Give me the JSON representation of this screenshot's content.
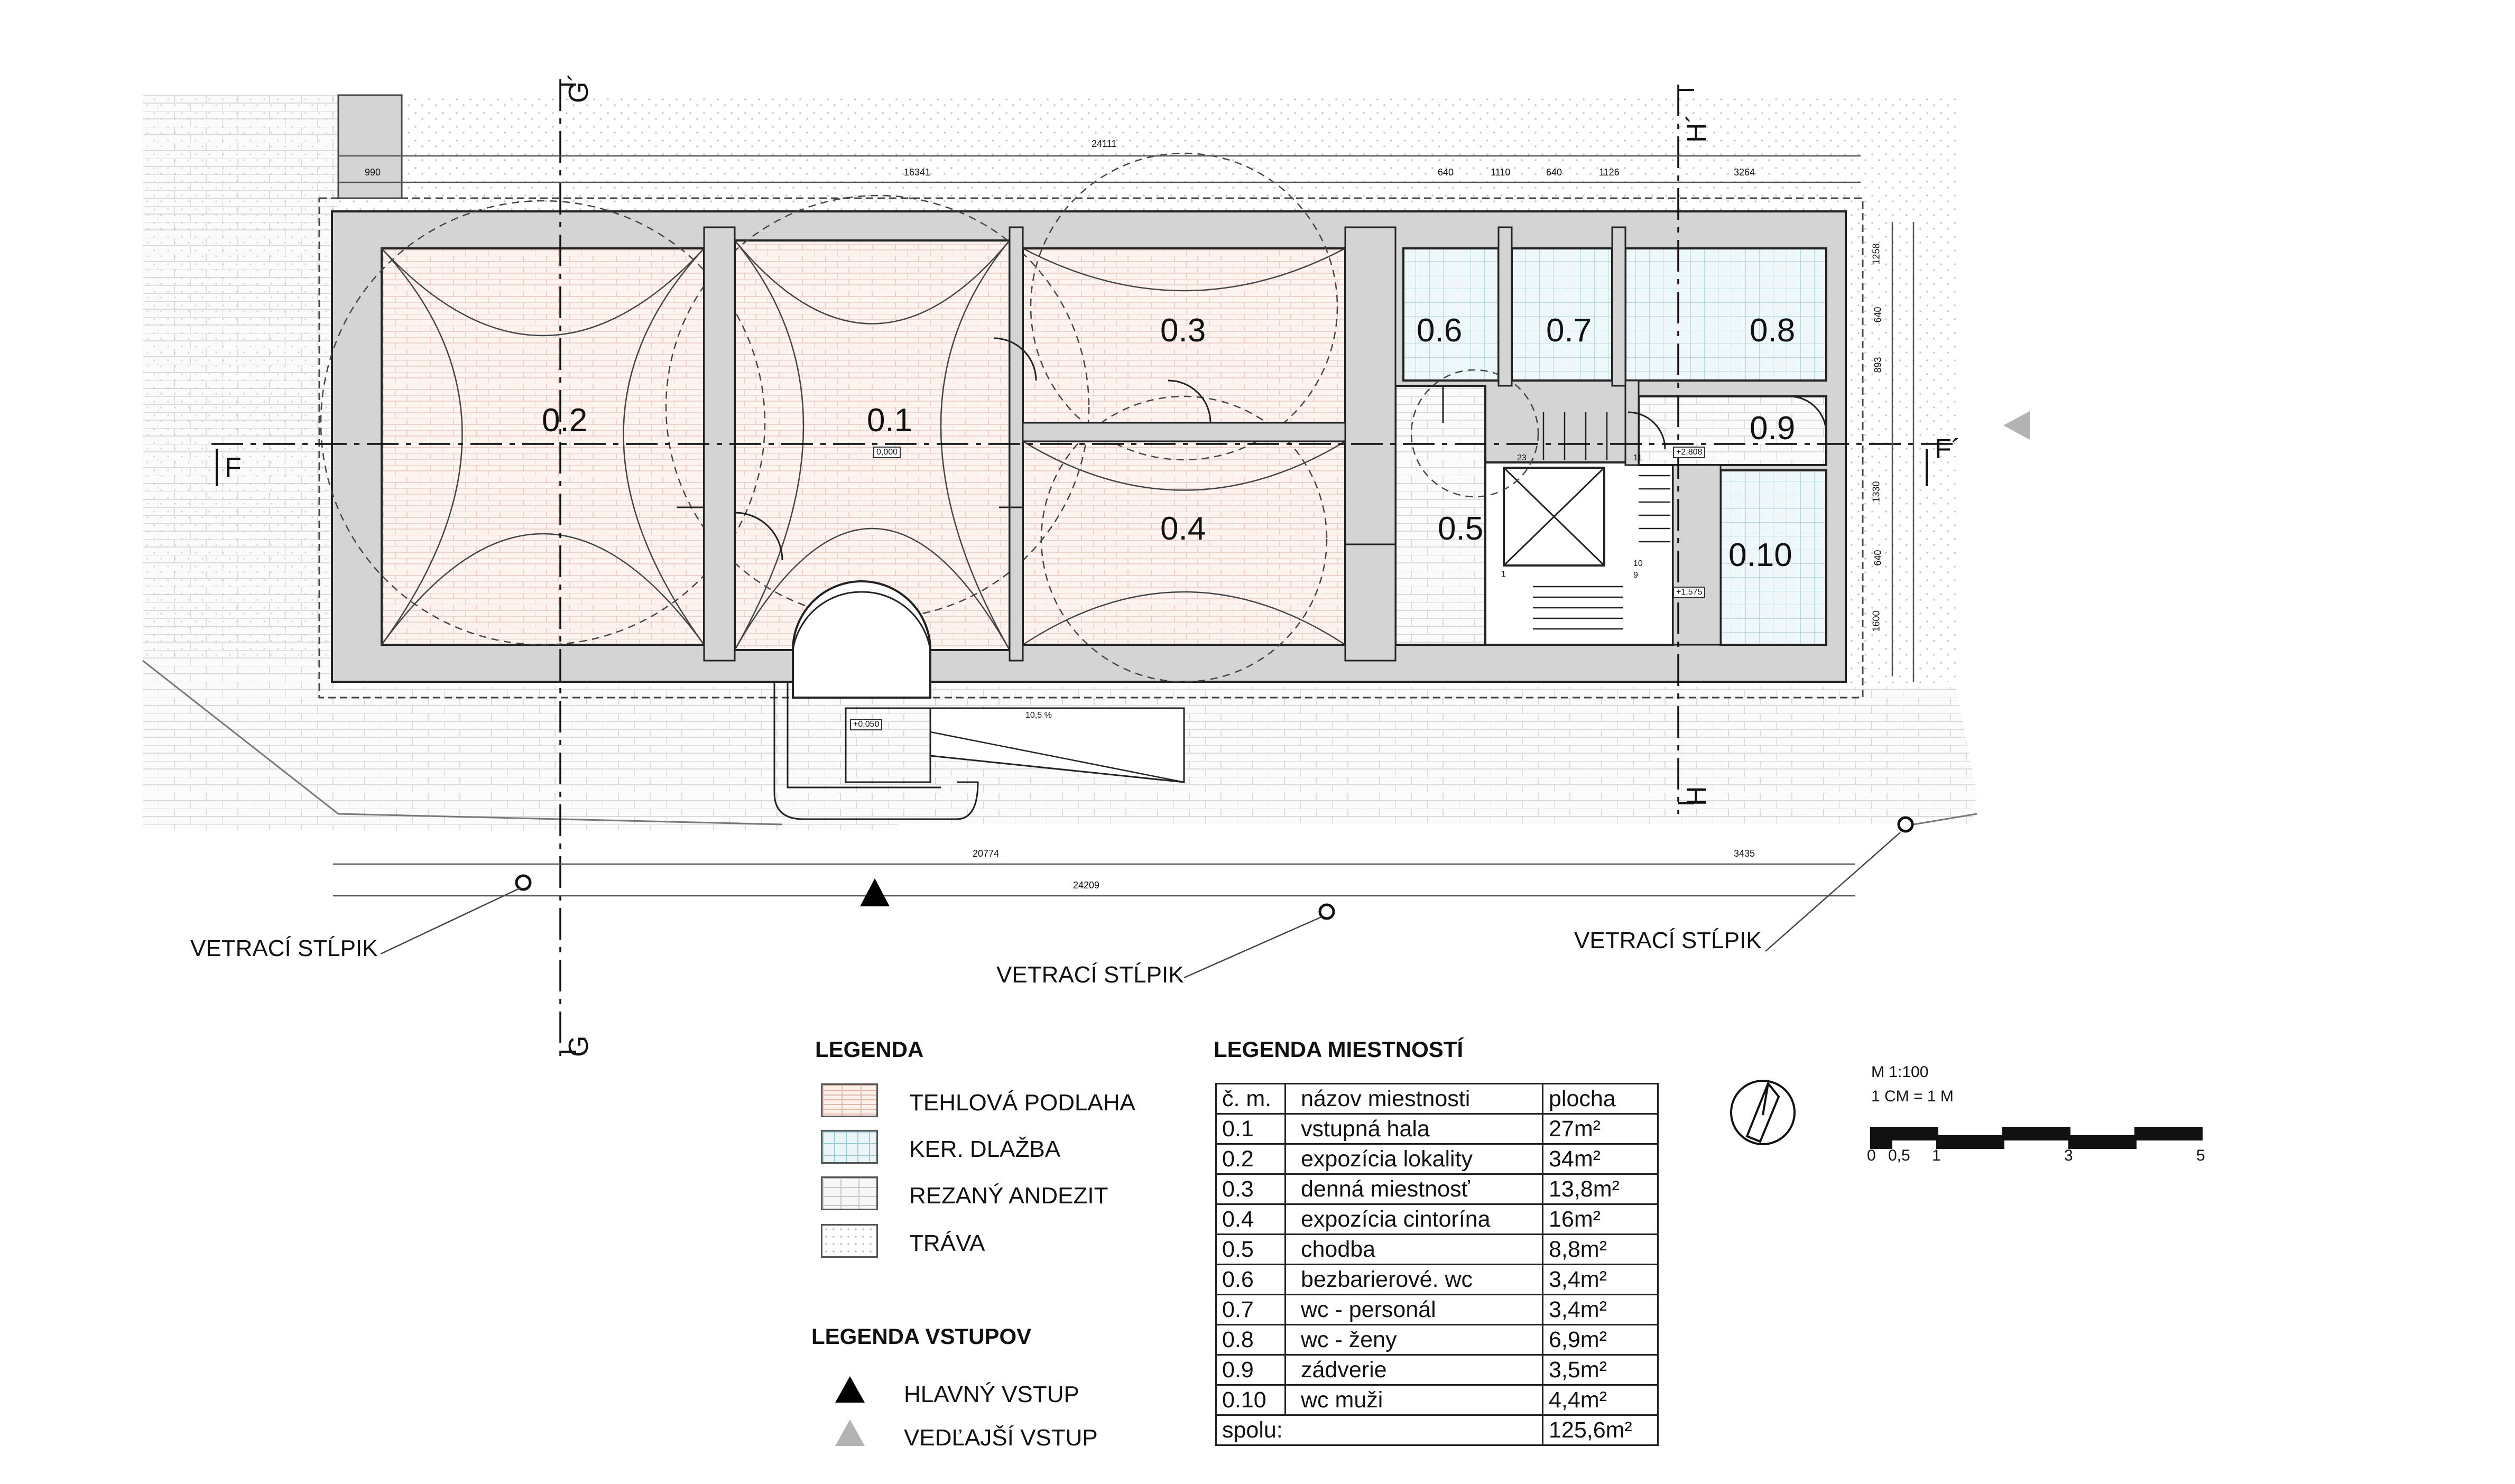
{
  "rooms": [
    {
      "id": "0.1"
    },
    {
      "id": "0.2"
    },
    {
      "id": "0.3"
    },
    {
      "id": "0.4"
    },
    {
      "id": "0.5"
    },
    {
      "id": "0.6"
    },
    {
      "id": "0.7"
    },
    {
      "id": "0.8"
    },
    {
      "id": "0.9"
    },
    {
      "id": "0.10"
    }
  ],
  "dimensions": {
    "total_top": "24111",
    "top_left": "990",
    "top_mid": "16341",
    "top_wc1": "640",
    "top_wc2": "1110",
    "top_wc3": "640",
    "top_wc4": "1126",
    "top_right": "3264",
    "bottom_mid": "20774",
    "bottom_right": "3435",
    "bottom_total": "24209",
    "side_1": "1258",
    "side_2": "640",
    "side_3": "893",
    "side_4": "1330",
    "side_5": "640",
    "side_6": "1600"
  },
  "levels": {
    "hall": "0,000",
    "ramp": "+0,050",
    "slope": "10,5 %",
    "upper": "+2,808",
    "landing": "+1,575",
    "stair_a": "23",
    "stair_b": "11",
    "stair_c": "10",
    "stair_d": "9",
    "stair_e": "1"
  },
  "sections": {
    "g_top": "G´",
    "g_bottom": "G",
    "h_top": "H´",
    "h_bottom": "H",
    "f_left": "F",
    "f_right": "F´"
  },
  "callouts": {
    "vent1": "VETRACÍ STĹPIK",
    "vent2": "VETRACÍ STĹPIK",
    "vent3": "VETRACÍ STĹPIK"
  },
  "legend": {
    "title": "LEGENDA",
    "items": [
      {
        "label": "TEHLOVÁ PODLAHA"
      },
      {
        "label": "KER. DLAŽBA"
      },
      {
        "label": "REZANÝ ANDEZIT"
      },
      {
        "label": "TRÁVA"
      }
    ]
  },
  "entrances": {
    "title": "LEGENDA VSTUPOV",
    "main": "HLAVNÝ VSTUP",
    "side": "VEDĽAJŠÍ VSTUP"
  },
  "room_legend": {
    "title": "LEGENDA MIESTNOSTÍ",
    "header": [
      "č. m.",
      "názov miestnosti",
      "plocha"
    ],
    "rows": [
      [
        "0.1",
        "vstupná hala",
        "27m²"
      ],
      [
        "0.2",
        "expozícia lokality",
        "34m²"
      ],
      [
        "0.3",
        "denná miestnosť",
        "13,8m²"
      ],
      [
        "0.4",
        "expozícia cintorína",
        "16m²"
      ],
      [
        "0.5",
        "chodba",
        "8,8m²"
      ],
      [
        "0.6",
        "bezbarierové. wc",
        "3,4m²"
      ],
      [
        "0.7",
        "wc - personál",
        "3,4m²"
      ],
      [
        "0.8",
        "wc - ženy",
        "6,9m²"
      ],
      [
        "0.9",
        "zádverie",
        "3,5m²"
      ],
      [
        "0.10",
        "wc muži",
        "4,4m²"
      ]
    ],
    "total_label": "spolu:",
    "total_value": "125,6m²"
  },
  "scale": {
    "ratio": "M 1:100",
    "unit": "1 CM =  1 M",
    "ticks": [
      "0",
      "0,5",
      "1",
      "3",
      "5"
    ]
  },
  "colors": {
    "wall": "#d4d4d4",
    "brick": "#fbefe9",
    "tile": "#eaf5f7",
    "grass_dot": "#bdbdbd",
    "main_entrance": "#000000",
    "side_entrance": "#b3b3b3"
  }
}
